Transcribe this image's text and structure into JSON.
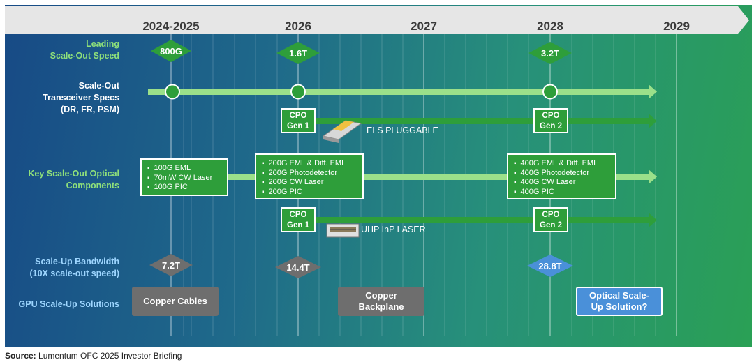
{
  "years": [
    "2024-2025",
    "2026",
    "2027",
    "2028",
    "2029"
  ],
  "rows": {
    "leading_speed": {
      "label": "Leading Scale-Out Speed",
      "line1": "Leading",
      "line2": "Scale-Out Speed",
      "values": [
        "800G",
        "1.6T",
        "3.2T"
      ]
    },
    "transceiver": {
      "line1": "Scale-Out",
      "line2": "Transceiver Specs",
      "line3": "(DR, FR, PSM)"
    },
    "components": {
      "line1": "Key Scale-Out Optical",
      "line2": "Components"
    },
    "scaleup_bw": {
      "line1": "Scale-Up Bandwidth",
      "line2": "(10X scale-out speed)",
      "values": [
        "7.2T",
        "14.4T",
        "28.8T"
      ]
    },
    "gpu_solutions": {
      "label": "GPU Scale-Up Solutions"
    }
  },
  "cpo": {
    "els": {
      "gen1_l1": "CPO",
      "gen1_l2": "Gen 1",
      "gen2_l1": "CPO",
      "gen2_l2": "Gen 2",
      "label": "ELS PLUGGABLE"
    },
    "uhp": {
      "gen1_l1": "CPO",
      "gen1_l2": "Gen 1",
      "gen2_l1": "CPO",
      "gen2_l2": "Gen 2",
      "label": "UHP InP LASER"
    }
  },
  "components": {
    "c100": [
      "100G EML",
      "70mW CW Laser",
      "100G PIC"
    ],
    "c200": [
      "200G EML & Diff. EML",
      "200G Photodetector",
      "200G CW Laser",
      "200G PIC"
    ],
    "c400": [
      "400G EML & Diff. EML",
      "400G Photodetector",
      "400G CW Laser",
      "400G PIC"
    ]
  },
  "solutions": {
    "copper_cables": "Copper Cables",
    "copper_backplane_l1": "Copper",
    "copper_backplane_l2": "Backplane",
    "optical_l1": "Optical Scale-",
    "optical_l2": "Up Solution?"
  },
  "source": {
    "prefix": "Source:",
    "text": " Lumentum OFC 2025 Investor Briefing"
  },
  "colors": {
    "green": "#2e9e3a",
    "grey": "#6e6e6e",
    "blue_highlight": "#4a90d9",
    "arrow_light": "#9be08a"
  }
}
